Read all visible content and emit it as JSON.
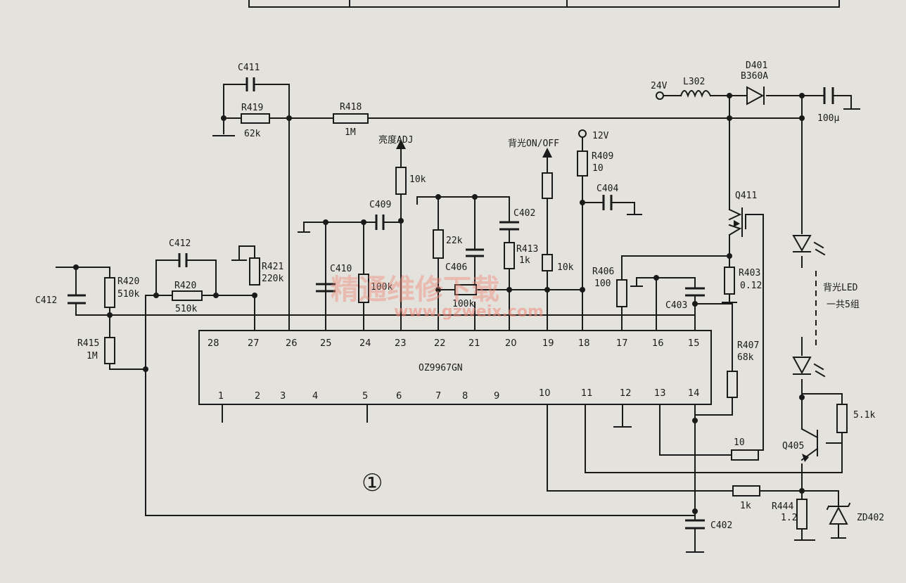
{
  "ic": {
    "part": "OZ9967GN"
  },
  "pins_top": [
    "28",
    "27",
    "26",
    "25",
    "24",
    "23",
    "22",
    "21",
    "20",
    "19",
    "18",
    "17",
    "16",
    "15"
  ],
  "pins_bottom": [
    "1",
    "2",
    "3",
    "4",
    "5",
    "6",
    "7",
    "8",
    "9",
    "10",
    "11",
    "12",
    "13",
    "14"
  ],
  "labels": {
    "c411": "C411",
    "r419": "R419",
    "r419v": "62k",
    "r418": "R418",
    "r418v": "1M",
    "adj": "亮度ADJ",
    "r_10k_a": "10k",
    "bl": "背光ON/OFF",
    "v12": "12V",
    "r409": "R409",
    "r409v": "10",
    "c404": "C404",
    "c409": "C409",
    "c402a": "C402",
    "r22k": "22k",
    "r413": "R413",
    "r413v": "1k",
    "c406": "C406",
    "r100k": "100k",
    "r10k_b": "10k",
    "c410": "C410",
    "r100k_b": "100k",
    "r406": "R406",
    "r406v": "100",
    "c403": "C403",
    "r403": "R403",
    "r403v": "0.12",
    "c412a": "C412",
    "r420a": "R420",
    "r420av": "510k",
    "c412b": "C412",
    "r420b": "R420",
    "r420bv": "510k",
    "r421": "R421",
    "r421v": "220k",
    "r415": "R415",
    "r415v": "1M",
    "r407": "R407",
    "r407v": "68k",
    "v24": "24V",
    "l302": "L302",
    "d401": "D401",
    "d401v": "B360A",
    "cap100u": "100μ",
    "q411": "Q411",
    "led_group": "背光LED",
    "led_count": "一共5组",
    "r51k": "5.1k",
    "q405": "Q405",
    "r10": "10",
    "r1k": "1k",
    "r444": "R444",
    "r444v": "1.2",
    "zd402": "ZD402",
    "c402b": "C402",
    "circle_num": "①"
  },
  "watermark": {
    "cn": "精通维修下载",
    "url": "www.gzweix.com"
  }
}
